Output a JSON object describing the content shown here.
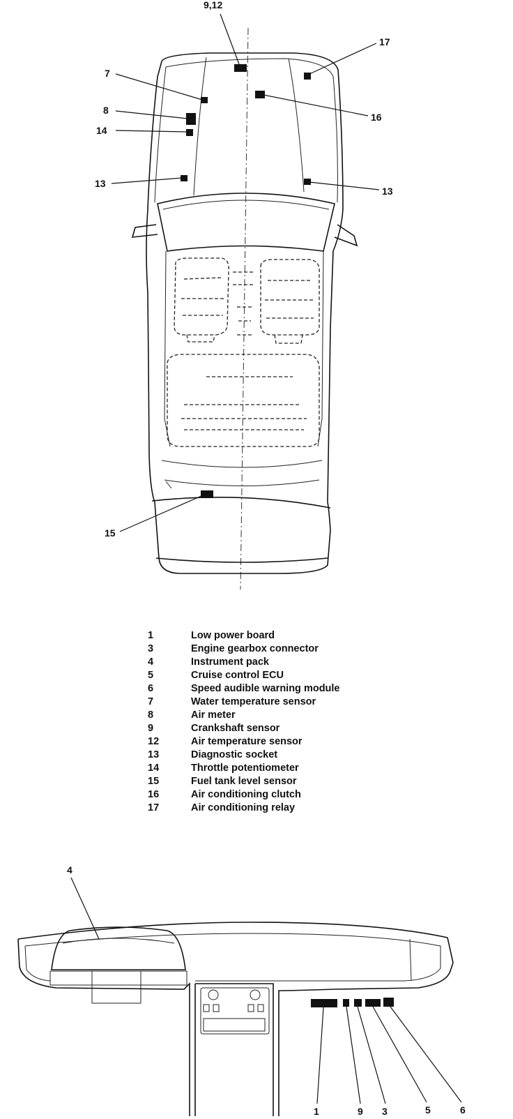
{
  "car_callouts": {
    "c9_12": "9,12",
    "c7": "7",
    "c8": "8",
    "c14": "14",
    "c13_left": "13",
    "c13_right": "13",
    "c17": "17",
    "c16": "16",
    "c15": "15"
  },
  "legend": [
    {
      "num": "1",
      "text": "Low power board"
    },
    {
      "num": "3",
      "text": "Engine gearbox connector"
    },
    {
      "num": "4",
      "text": "Instrument pack"
    },
    {
      "num": "5",
      "text": "Cruise control ECU"
    },
    {
      "num": "6",
      "text": "Speed audible warning module"
    },
    {
      "num": "7",
      "text": "Water temperature sensor"
    },
    {
      "num": "8",
      "text": "Air meter"
    },
    {
      "num": "9",
      "text": "Crankshaft sensor"
    },
    {
      "num": "12",
      "text": "Air temperature sensor"
    },
    {
      "num": "13",
      "text": "Diagnostic socket"
    },
    {
      "num": "14",
      "text": "Throttle potentiometer"
    },
    {
      "num": "15",
      "text": "Fuel tank level sensor"
    },
    {
      "num": "16",
      "text": "Air conditioning clutch"
    },
    {
      "num": "17",
      "text": "Air conditioning relay"
    }
  ],
  "dash_callouts": {
    "c4": "4",
    "c1": "1",
    "c9": "9",
    "c3": "3",
    "c5": "5",
    "c6": "6"
  }
}
